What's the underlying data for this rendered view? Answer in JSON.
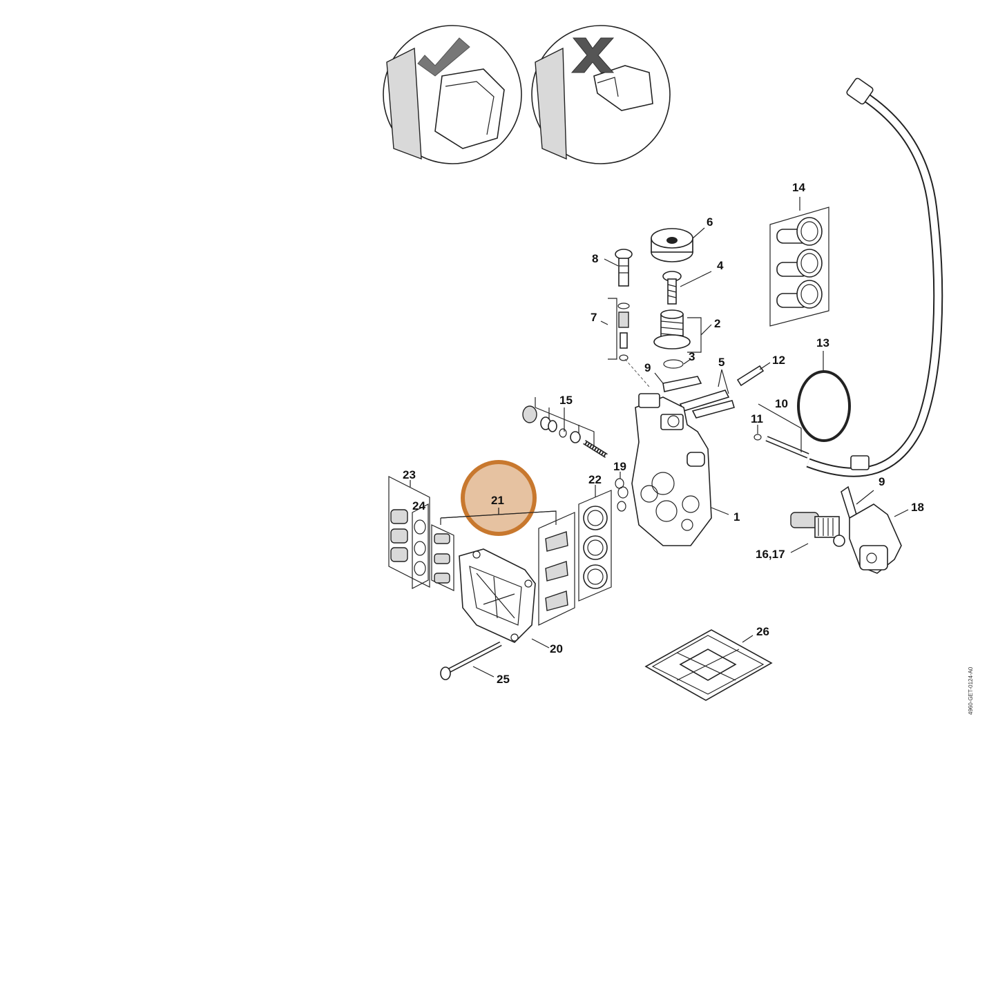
{
  "diagram": {
    "callouts": [
      {
        "id": "c1",
        "text": "1"
      },
      {
        "id": "c2",
        "text": "2"
      },
      {
        "id": "c3",
        "text": "3"
      },
      {
        "id": "c4",
        "text": "4"
      },
      {
        "id": "c5",
        "text": "5"
      },
      {
        "id": "c6",
        "text": "6"
      },
      {
        "id": "c7",
        "text": "7"
      },
      {
        "id": "c8",
        "text": "8"
      },
      {
        "id": "c9a",
        "text": "9"
      },
      {
        "id": "c9b",
        "text": "9"
      },
      {
        "id": "c10",
        "text": "10"
      },
      {
        "id": "c11",
        "text": "11"
      },
      {
        "id": "c12",
        "text": "12"
      },
      {
        "id": "c13",
        "text": "13"
      },
      {
        "id": "c14",
        "text": "14"
      },
      {
        "id": "c15",
        "text": "15"
      },
      {
        "id": "c1617",
        "text": "16,17"
      },
      {
        "id": "c18",
        "text": "18"
      },
      {
        "id": "c19",
        "text": "19"
      },
      {
        "id": "c20",
        "text": "20"
      },
      {
        "id": "c21",
        "text": "21"
      },
      {
        "id": "c22",
        "text": "22"
      },
      {
        "id": "c23",
        "text": "23"
      },
      {
        "id": "c24",
        "text": "24"
      },
      {
        "id": "c25",
        "text": "25"
      },
      {
        "id": "c26",
        "text": "26"
      }
    ],
    "highlighted_callout": "21",
    "highlight_color": "#c8782e",
    "drawing_reference": "4960-GET-0124-A0",
    "detail_icons": [
      "correct-check-icon",
      "incorrect-cross-icon"
    ]
  }
}
